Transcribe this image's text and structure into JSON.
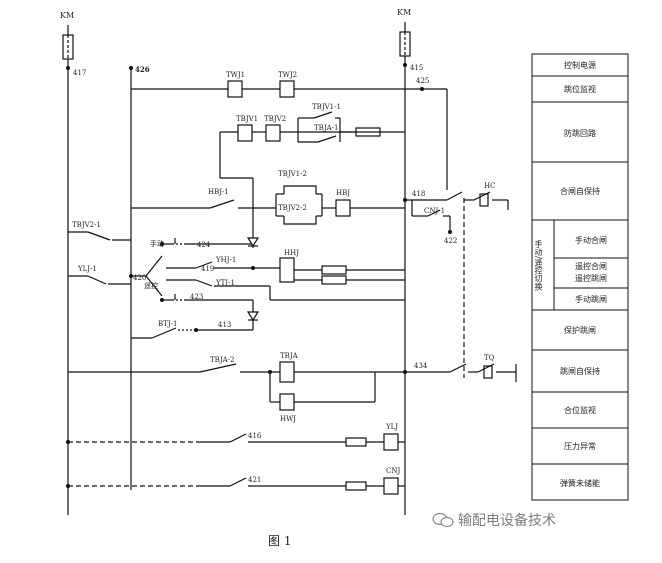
{
  "bus": {
    "left_fuse": "KM",
    "right_fuse": "KM"
  },
  "nodes": {
    "n417": "417",
    "n426": "426",
    "n415": "415",
    "n425": "425",
    "n418": "418",
    "n422": "422",
    "n424": "424",
    "n420": "420",
    "n419": "419",
    "n423": "423",
    "n413": "413",
    "n434": "434",
    "n416": "416",
    "n421": "421"
  },
  "components": {
    "twj1": "TWJ1",
    "twj2": "TWJ2",
    "tbjv1": "TBJV1",
    "tbjv2": "TBJV2",
    "tbjv1_1": "TBJV1-1",
    "tbja_1": "TBJA-1",
    "hbj_1": "HBJ-1",
    "tbjv1_2": "TBJV1-2",
    "tbjv2_2": "TBJV2-2",
    "hbj": "HBJ",
    "hc": "HC",
    "cnj_1": "CNJ-1",
    "tbjv2_1": "TBJV2-1",
    "ylj_1": "YLJ-1",
    "yhj_1": "YHJ-1",
    "ytj_1": "YTJ-1",
    "hhj": "HHJ",
    "btj_1": "BTJ-1",
    "tbja_2": "TBJA-2",
    "tbja": "TBJA",
    "hwj": "HWJ",
    "tq": "TQ",
    "ylj": "YLJ",
    "cnj": "CNJ",
    "manual": "手动",
    "remote": "遥控"
  },
  "functions": {
    "title": "控制电源",
    "trip_monitor": "跳位监视",
    "anti_pump": "防跳回路",
    "close_hold": "合闸自保持",
    "switch_label": "手动/遥控切换",
    "manual_close": "手动合闸",
    "remote_close_trip": "遥控合闸遥控跳闸",
    "manual_trip": "手动跳闸",
    "protect_trip": "保护跳闸",
    "trip_hold": "跳闸自保持",
    "close_monitor": "合位监视",
    "pressure_abnormal": "压力异常",
    "spring_uncharged": "弹簧未储能"
  },
  "caption": "图 1",
  "watermark": "输配电设备技术"
}
